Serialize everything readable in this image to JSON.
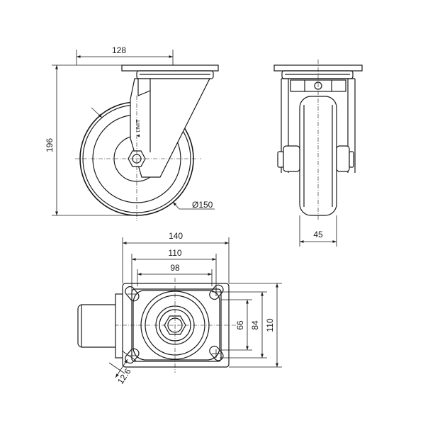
{
  "dimensions": {
    "plate_width_top": "128",
    "overall_height": "196",
    "wheel_diameter": "Ø150",
    "wheel_width": "45",
    "plate_width": "140",
    "hole_spacing_outer": "110",
    "hole_spacing_inner": "98",
    "hole_spacing_vertical_inner": "66",
    "hole_spacing_vertical_mid": "84",
    "hole_spacing_vertical_outer": "110",
    "slot_width": "12.6"
  },
  "brand_mark": "▲ LIMIT"
}
